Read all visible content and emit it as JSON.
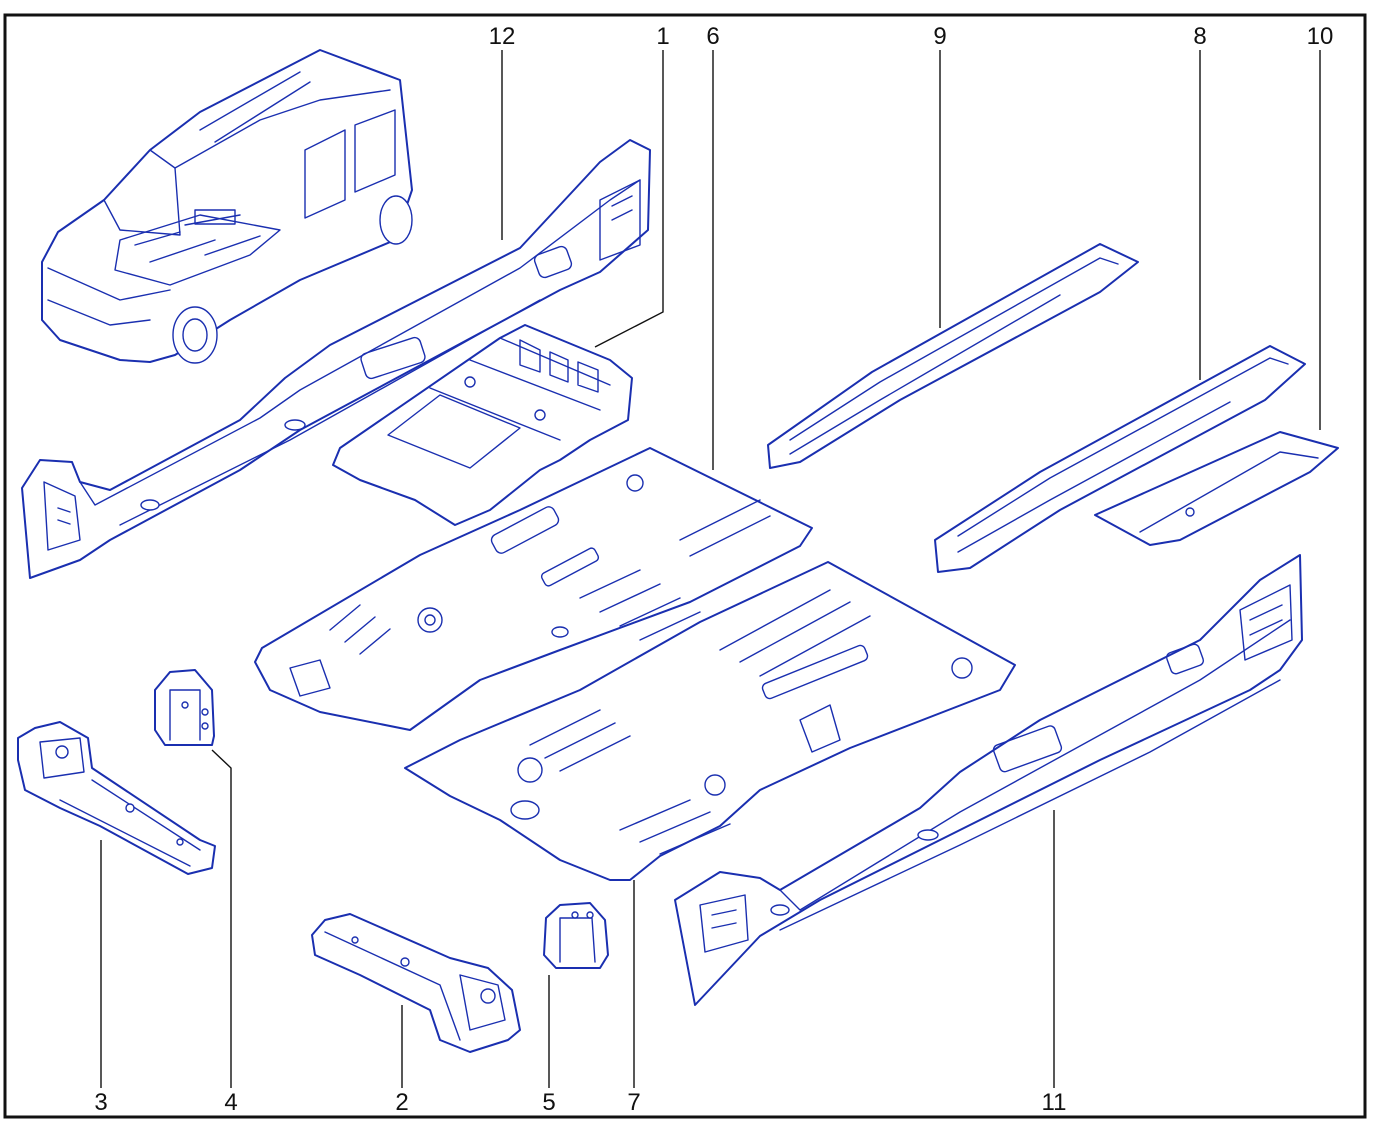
{
  "diagram": {
    "colors": {
      "line": "#1a2fb0",
      "frame": "#111111",
      "background": "#ffffff"
    },
    "callouts": [
      {
        "id": "12",
        "label": "12"
      },
      {
        "id": "1",
        "label": "1"
      },
      {
        "id": "6",
        "label": "6"
      },
      {
        "id": "9",
        "label": "9"
      },
      {
        "id": "8",
        "label": "8"
      },
      {
        "id": "10",
        "label": "10"
      },
      {
        "id": "3",
        "label": "3"
      },
      {
        "id": "4",
        "label": "4"
      },
      {
        "id": "2",
        "label": "2"
      },
      {
        "id": "5",
        "label": "5"
      },
      {
        "id": "7",
        "label": "7"
      },
      {
        "id": "11",
        "label": "11"
      }
    ]
  }
}
